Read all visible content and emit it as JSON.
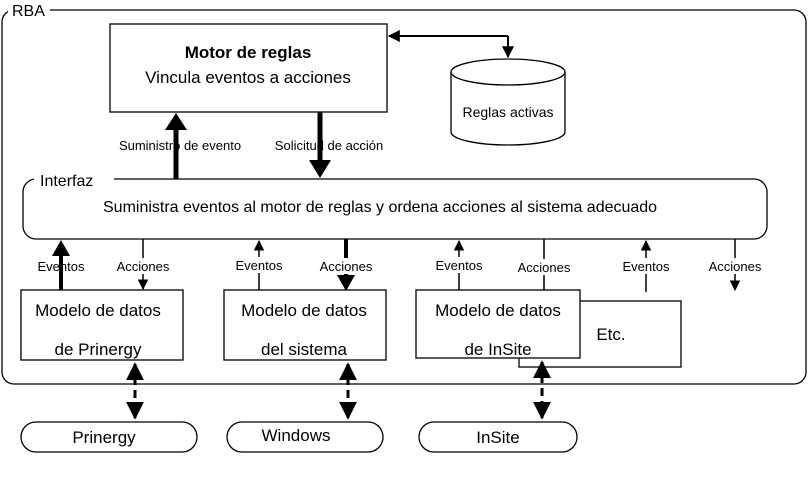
{
  "frame": {
    "label": "RBA"
  },
  "engine": {
    "title": "Motor de reglas",
    "subtitle": "Vincula eventos a acciones"
  },
  "store": {
    "label": "Reglas activas"
  },
  "links": {
    "event_supply": "Suministro de evento",
    "action_request": "Solicitud de acción"
  },
  "interface": {
    "label": "Interfaz",
    "text": "Suministra eventos al motor de reglas y ordena acciones al sistema adecuado"
  },
  "flow_labels": [
    {
      "events": "Eventos",
      "actions": "Acciones"
    },
    {
      "events": "Eventos",
      "actions": "Acciones"
    },
    {
      "events": "Eventos",
      "actions": "Acciones"
    },
    {
      "events": "Eventos",
      "actions": "Acciones"
    }
  ],
  "models": [
    {
      "line1": "Modelo de datos",
      "line2": "de Prinergy"
    },
    {
      "line1": "Modelo de datos",
      "line2": "del sistema"
    },
    {
      "line1": "Modelo de datos",
      "line2": "de InSite"
    }
  ],
  "etc": {
    "label": "Etc."
  },
  "systems": [
    {
      "label": "Prinergy"
    },
    {
      "label": "Windows"
    },
    {
      "label": "InSite"
    }
  ]
}
